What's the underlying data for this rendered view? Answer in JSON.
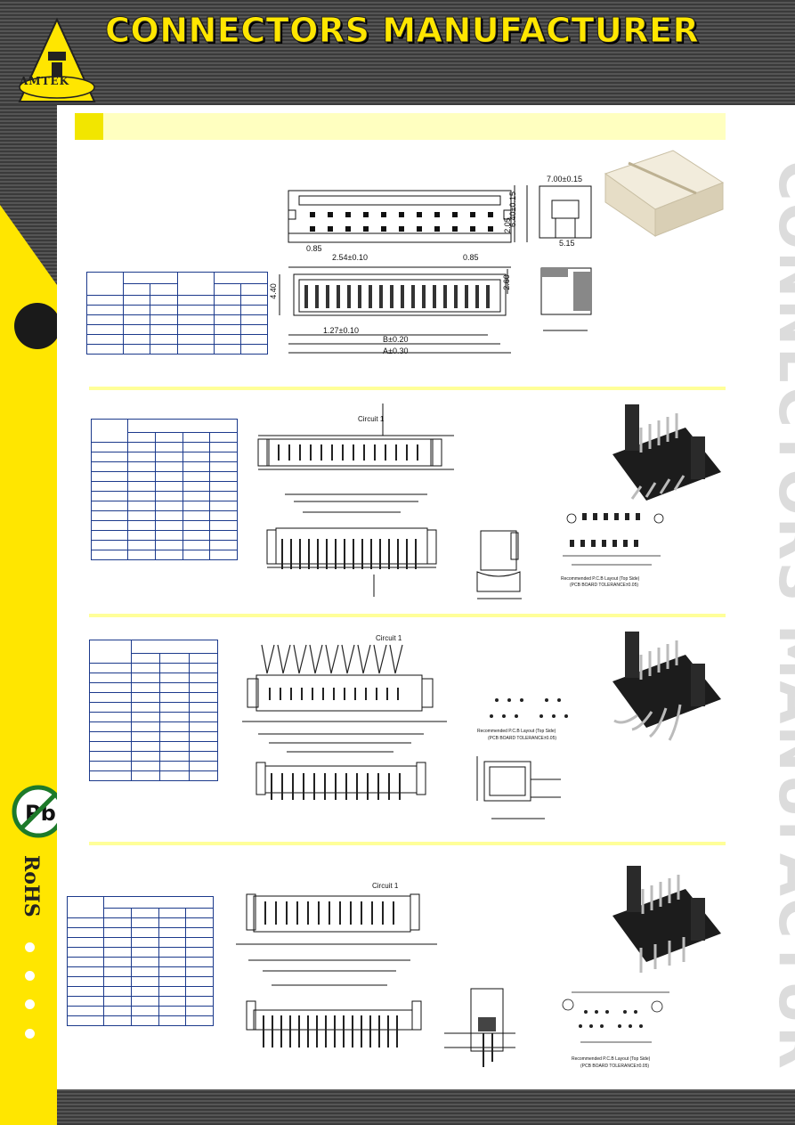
{
  "header": {
    "title": "CONNECTORS MANUFACTURER",
    "logo_text": "AMTEK"
  },
  "sidebar": {
    "rohs_label": "RoHS",
    "pb_label": "Pb"
  },
  "watermark": {
    "text": "CONNECTORS MANUFACTURE"
  },
  "section1": {
    "dims": {
      "top_width": "7.00±0.15",
      "height_640": "6.40±0.15",
      "height_205": "2.05",
      "bottom_515": "5.15",
      "left_085": "0.85",
      "right_085": "0.85",
      "pitch_254": "2.54±0.10",
      "height_440": "4.40",
      "height_260": "2.60",
      "pitch_127": "1.27±0.10",
      "b_dim": "B±0.20",
      "a_dim": "A±0.30"
    }
  },
  "section2": {
    "circuit_label": "Circuit",
    "circuit_number": "1",
    "pcb_title": "Recommended P.C.B Layout (Top Side)",
    "pcb_tolerance": "(PCB BOARD TOLERANCE±0.05)"
  },
  "section3": {
    "circuit_label": "Circuit",
    "circuit_number": "1",
    "pcb_title": "Recommended P.C.B Layout (Top Side)",
    "pcb_tolerance": "(PCB BOARD TOLERANCE±0.05)"
  },
  "section4": {
    "circuit_label": "Circuit",
    "circuit_number": "1",
    "pcb_title": "Recommended P.C.B Layout (Top Side)",
    "pcb_tolerance": "(PCB BOARD TOLERANCE±0.05)"
  },
  "colors": {
    "accent_yellow": "#ffe600",
    "table_border": "#1c3a8c",
    "band": "#ffffc0"
  }
}
